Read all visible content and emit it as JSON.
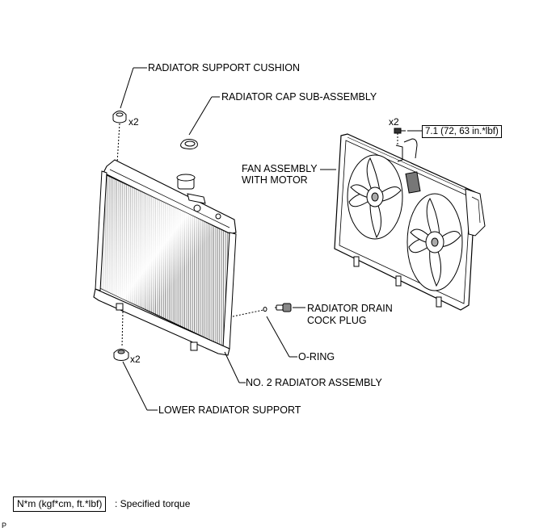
{
  "labels": {
    "radiator_support_cushion": "RADIATOR SUPPORT CUSHION",
    "radiator_cap": "RADIATOR CAP SUB-ASSEMBLY",
    "fan_assembly_line1": "FAN ASSEMBLY",
    "fan_assembly_line2": "WITH MOTOR",
    "drain_cock_line1": "RADIATOR DRAIN",
    "drain_cock_line2": "COCK PLUG",
    "o_ring": "O-RING",
    "no2_radiator": "NO. 2 RADIATOR ASSEMBLY",
    "lower_support": "LOWER RADIATOR SUPPORT"
  },
  "quantities": {
    "upper_cushion": "x2",
    "fan_bolt": "x2",
    "lower_support": "x2"
  },
  "torque": {
    "fan_bolt": "7.1 (72, 63 in.*lbf)"
  },
  "legend": {
    "unit": "N*m (kgf*cm, ft.*lbf)",
    "description": ": Specified torque"
  },
  "footer": {
    "code": "P"
  }
}
